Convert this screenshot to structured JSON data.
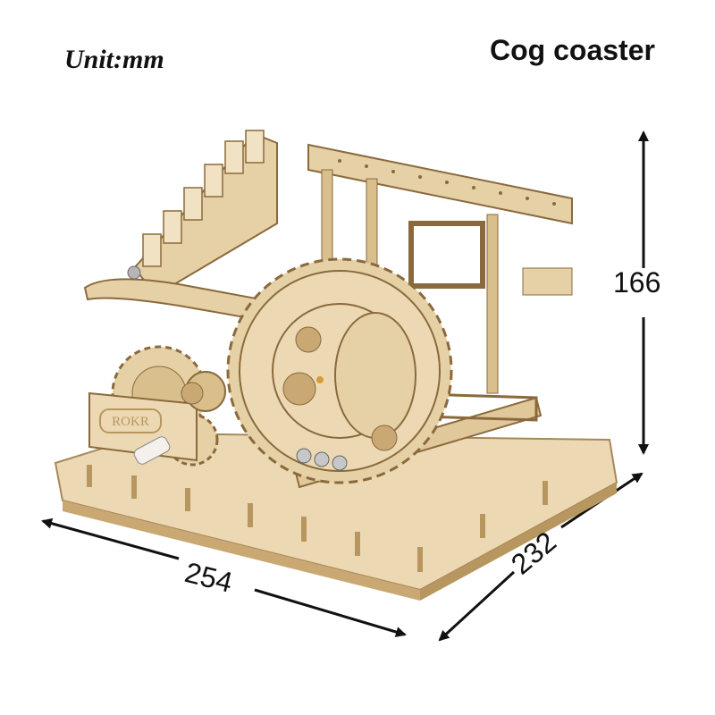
{
  "unit_label": "Unit:mm",
  "product_title": "Cog coaster",
  "brand_text": "ROKR",
  "dimensions": {
    "height": "166",
    "width": "254",
    "depth": "232"
  },
  "colors": {
    "wood_light": "#ecd9b3",
    "wood_mid": "#d9bf8c",
    "wood_dark": "#8a6a3d",
    "arrow": "#111111"
  }
}
